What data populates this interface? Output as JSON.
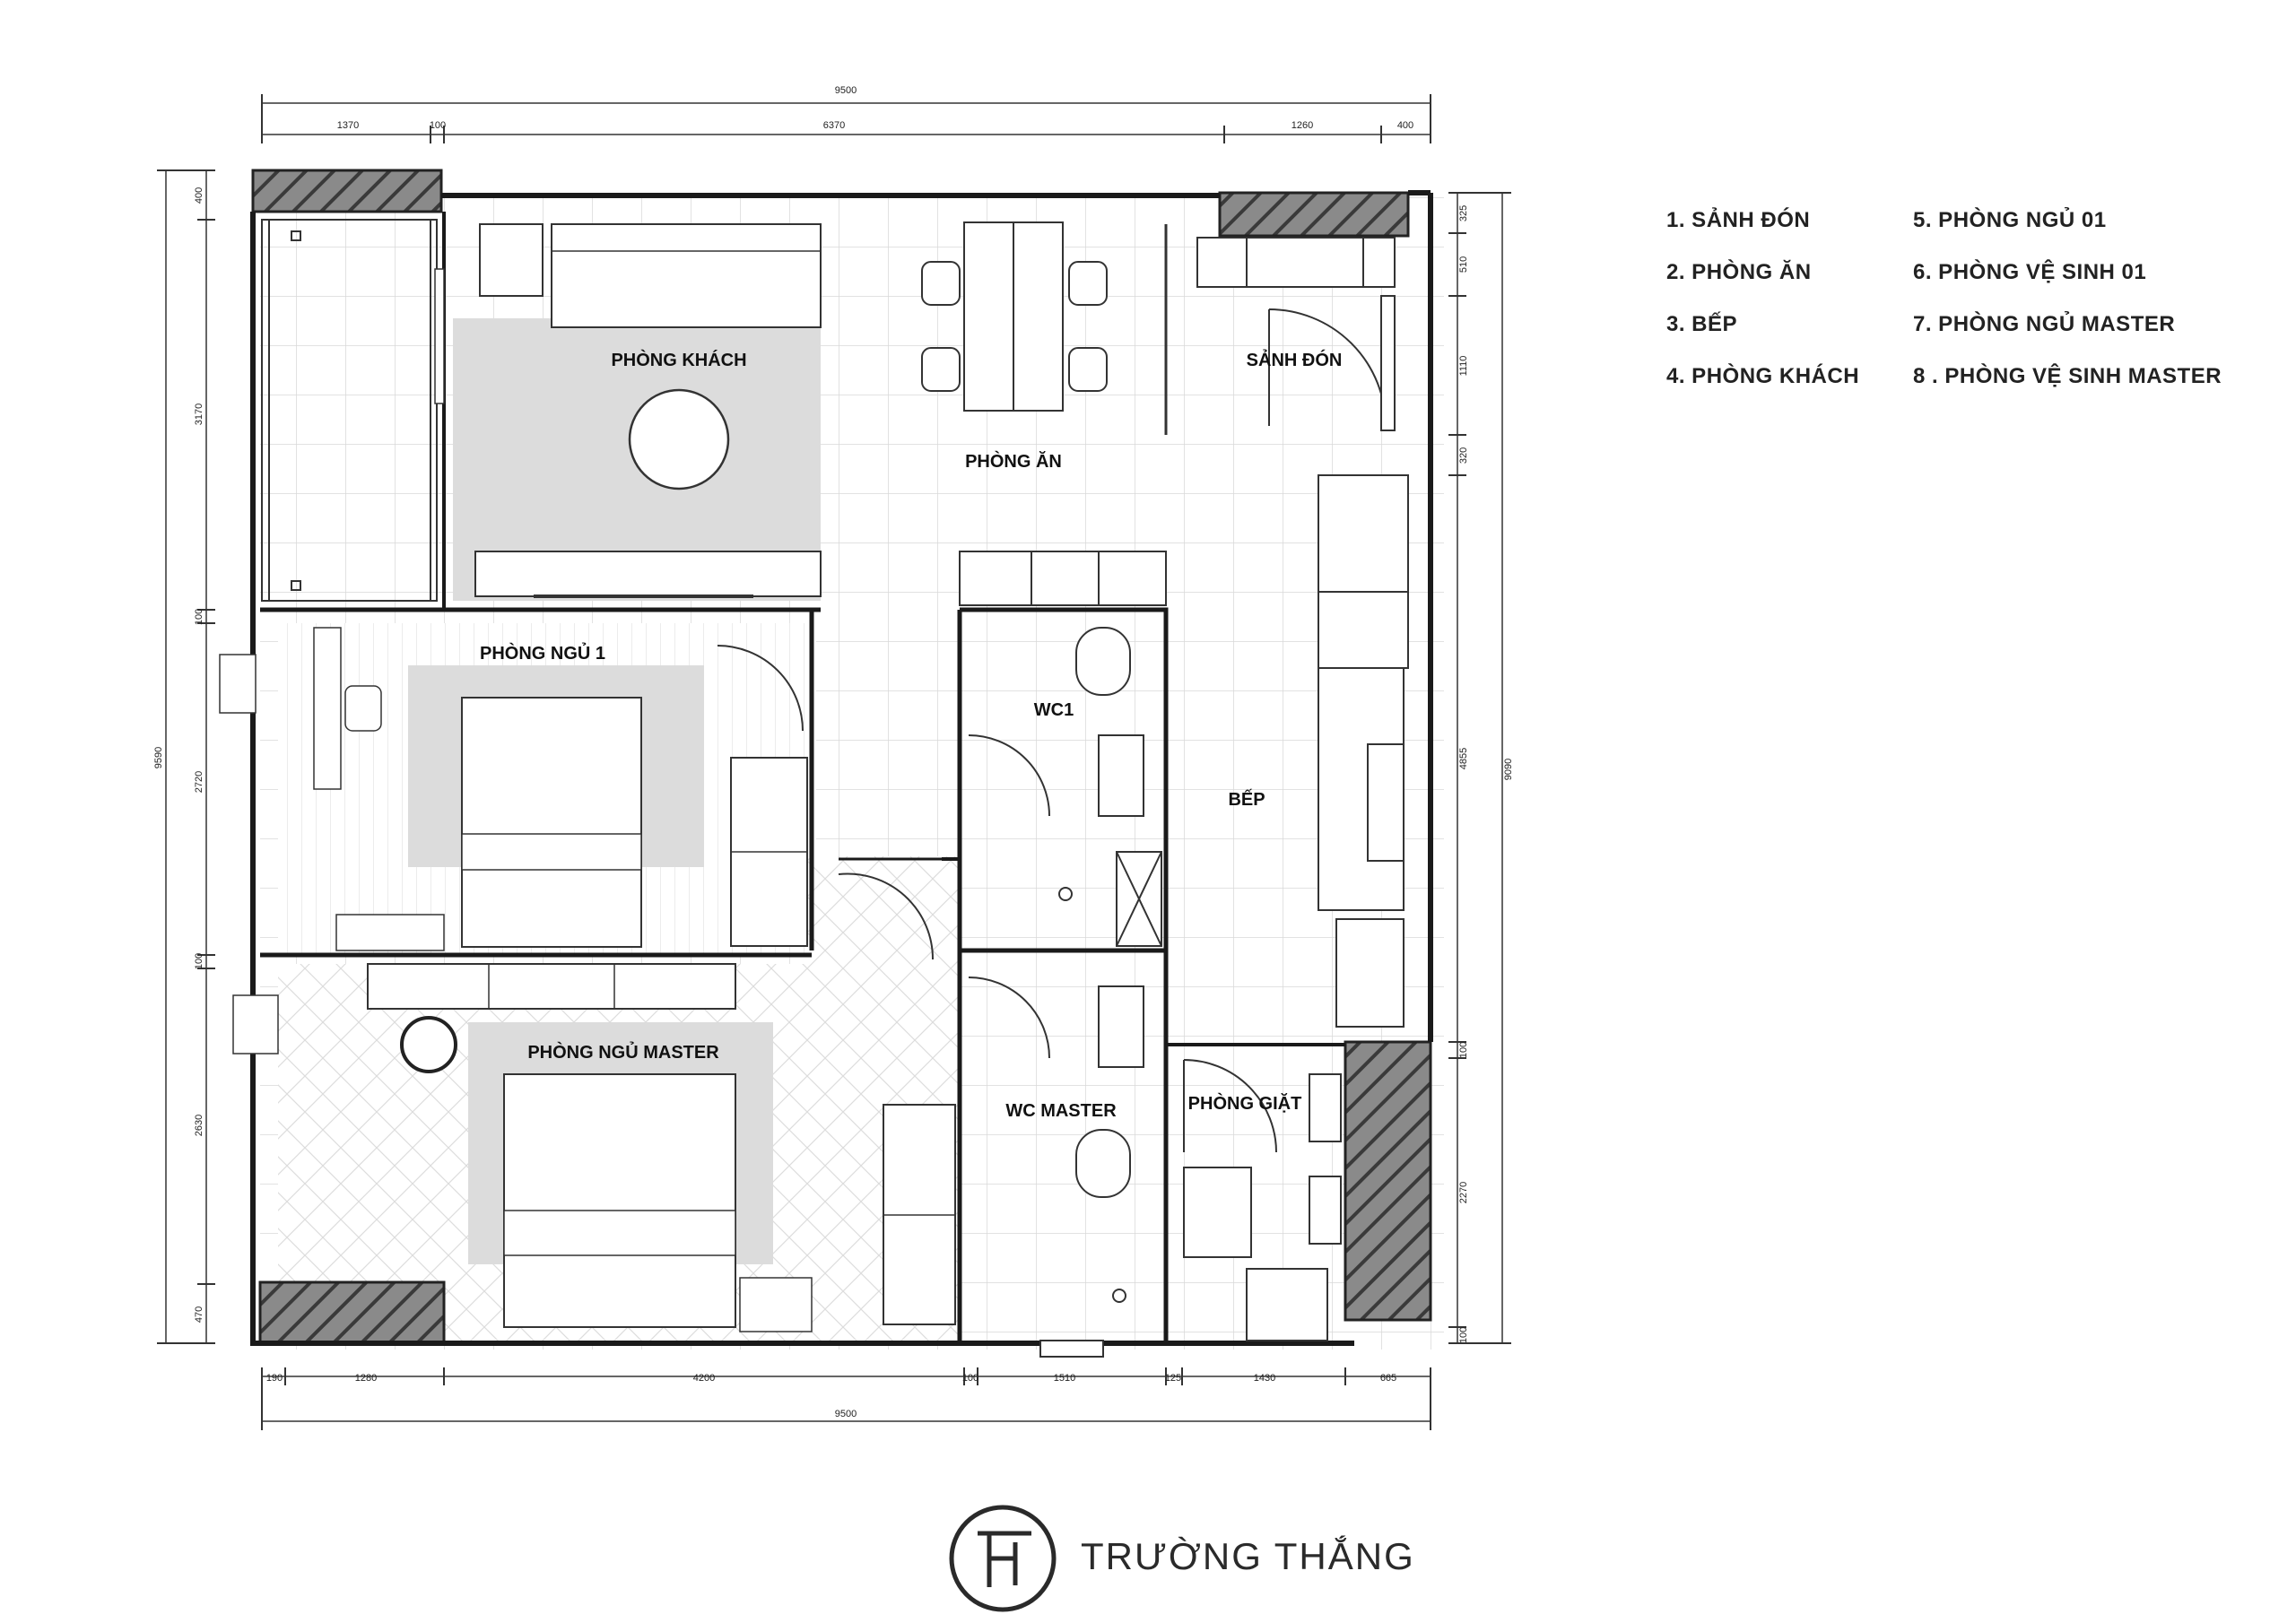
{
  "title": "",
  "colors": {
    "line": "#1a1a1a",
    "wall": "#2b2b2b",
    "hatch": "#6e6e6e",
    "rug": "#dcdcdc",
    "tile": "#d6d6d6"
  },
  "dimensions": {
    "top_total": "9500",
    "top": [
      "1370",
      "100",
      "6370",
      "1260",
      "400"
    ],
    "bottom": [
      "190",
      "1280",
      "4200",
      "100",
      "1510",
      "125",
      "1430",
      "665"
    ],
    "bottom_total": "9500",
    "left": [
      "400",
      "3170",
      "100",
      "2720",
      "100",
      "2630",
      "470"
    ],
    "left_total": "9590",
    "right": [
      "325",
      "510",
      "1110",
      "320",
      "4855",
      "100",
      "2270",
      "100"
    ],
    "right_total": "9090"
  },
  "rooms": {
    "phong_khach": "PHÒNG KHÁCH",
    "phong_an": "PHÒNG ĂN",
    "sanh_don": "SẢNH ĐÓN",
    "phong_ngu_1": "PHÒNG NGỦ 1",
    "wc1": "WC1",
    "bep": "BẾP",
    "phong_ngu_master": "PHÒNG NGỦ MASTER",
    "wc_master": "WC MASTER",
    "phong_giat": "PHÒNG GIẶT"
  },
  "legend": [
    "1. SẢNH ĐÓN",
    "2. PHÒNG ĂN",
    "3. BẾP",
    "4. PHÒNG KHÁCH",
    "5. PHÒNG NGỦ 01",
    "6. PHÒNG VỆ SINH 01",
    "7. PHÒNG NGỦ MASTER",
    "8 . PHÒNG VỆ SINH MASTER"
  ],
  "brand": {
    "name": "TRƯỜNG THẮNG",
    "logo": "tt-monogram-logo"
  }
}
